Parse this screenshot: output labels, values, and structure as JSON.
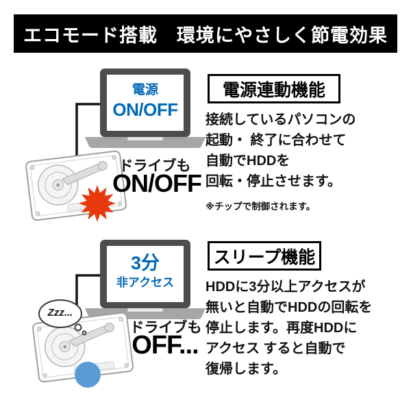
{
  "header": {
    "title": "エコモード搭載　環境にやさしく節電効果"
  },
  "sections": [
    {
      "laptop_screen": {
        "line1": "電源",
        "line2": "ON/OFF"
      },
      "drive_caption": "ドライブも",
      "drive_state": "ON/OFF",
      "feature_title": "電源連動機能",
      "body_lines": [
        "接続しているパソコンの",
        "起動・ 終了に合わせて",
        "自動でHDDを",
        "回転・停止させます。"
      ],
      "note": "※チップで制御されます。"
    },
    {
      "laptop_screen": {
        "line1": "3分",
        "line2": "非アクセス"
      },
      "sleep_bubble": "Zzz...",
      "drive_caption": "ドライブも",
      "drive_state": "OFF...",
      "feature_title": "スリープ機能",
      "body_lines": [
        "HDDに3分以上アクセスが",
        "無いと自動でHDDの回転を",
        "停止します。再度HDDに",
        "アクセス すると自動で",
        "復帰します。"
      ]
    }
  ],
  "icons": {
    "laptop": "laptop-icon",
    "hdd": "hdd-enclosure-icon",
    "burst": "power-burst-icon",
    "sleep_dot": "sleep-stop-dot-icon",
    "bubble": "sleep-zzz-bubble-icon"
  },
  "colors": {
    "accent_blue": "#0068b7",
    "alert_red": "#e8380d",
    "sleep_blue": "#5b9bd5",
    "banner_bg": "#000000"
  }
}
